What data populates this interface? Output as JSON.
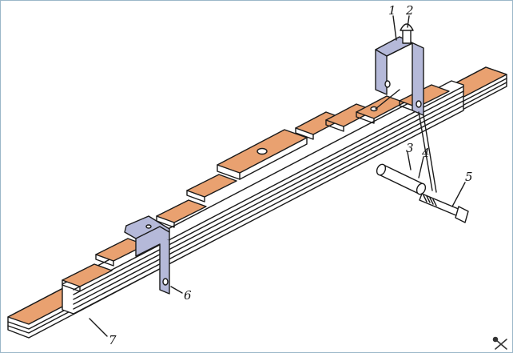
{
  "diagram": {
    "colors": {
      "leaf": "#e9a170",
      "metal": "#b5b9d9",
      "outline": "#1a1a1a",
      "frame": "#9bb7c9"
    },
    "callouts": [
      {
        "id": "c1",
        "label": "1"
      },
      {
        "id": "c2",
        "label": "2"
      },
      {
        "id": "c3",
        "label": "3"
      },
      {
        "id": "c4",
        "label": "4"
      },
      {
        "id": "c5",
        "label": "5"
      },
      {
        "id": "c6",
        "label": "6"
      },
      {
        "id": "c7",
        "label": "7"
      }
    ],
    "watermark_icon": "tools-icon"
  }
}
